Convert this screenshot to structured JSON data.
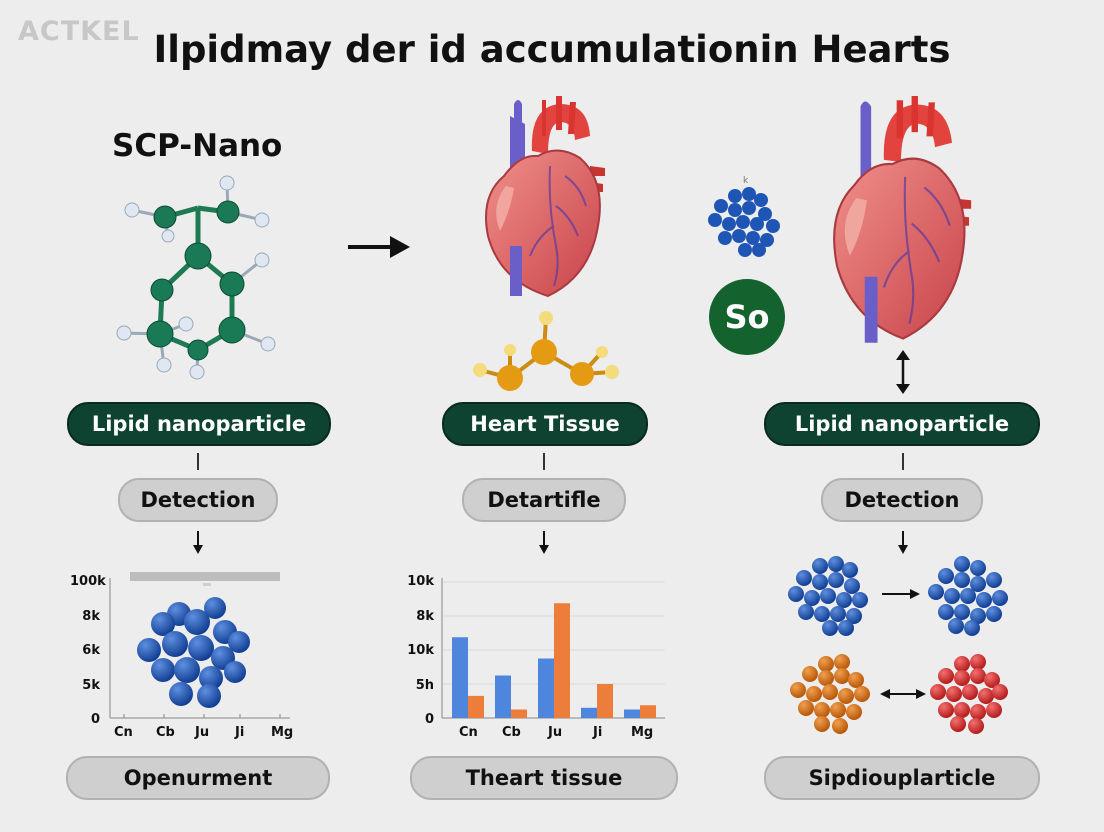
{
  "logo": "ACTKEL",
  "title": "Ilpidmay der id accumulationin Hearts",
  "left": {
    "heading": "SCP-Nano",
    "label": "Lipid nanoparticle",
    "step": "Detection",
    "footer": "Openurment"
  },
  "middle": {
    "label": "Heart Tissue",
    "step": "Detartifle",
    "footer": "Theart tissue"
  },
  "right": {
    "badge": "So",
    "small_mark": "k",
    "label": "Lipid nanoparticle",
    "step": "Detection",
    "footer": "Sipdiouplarticle"
  },
  "colors": {
    "dark_green": "#0f4331",
    "badge_green": "#14632f",
    "bar_blue": "#4d86dc",
    "bar_orange": "#ed7d3a",
    "particle_blue": "#1f56b5",
    "particle_orange": "#e07a20",
    "particle_red": "#e03a3a"
  },
  "chart_data": [
    {
      "type": "scatter",
      "title": "",
      "y_tick_labels": [
        "100k",
        "8k",
        "6k",
        "5k",
        "0"
      ],
      "x_tick_labels": [
        "Cn",
        "Cb",
        "Ju",
        "Ji",
        "Mg"
      ]
    },
    {
      "type": "bar",
      "title": "",
      "y_tick_labels": [
        "10k",
        "8k",
        "10k",
        "5h",
        "0"
      ],
      "categories": [
        "Cn",
        "Cb",
        "Ju",
        "Ji",
        "Mg"
      ],
      "series": [
        {
          "values": [
            9.5,
            5,
            7,
            1.2,
            1
          ]
        },
        {
          "values": [
            2.6,
            1,
            13.5,
            4,
            1.5
          ]
        }
      ],
      "ylim": [
        0,
        16
      ]
    }
  ]
}
